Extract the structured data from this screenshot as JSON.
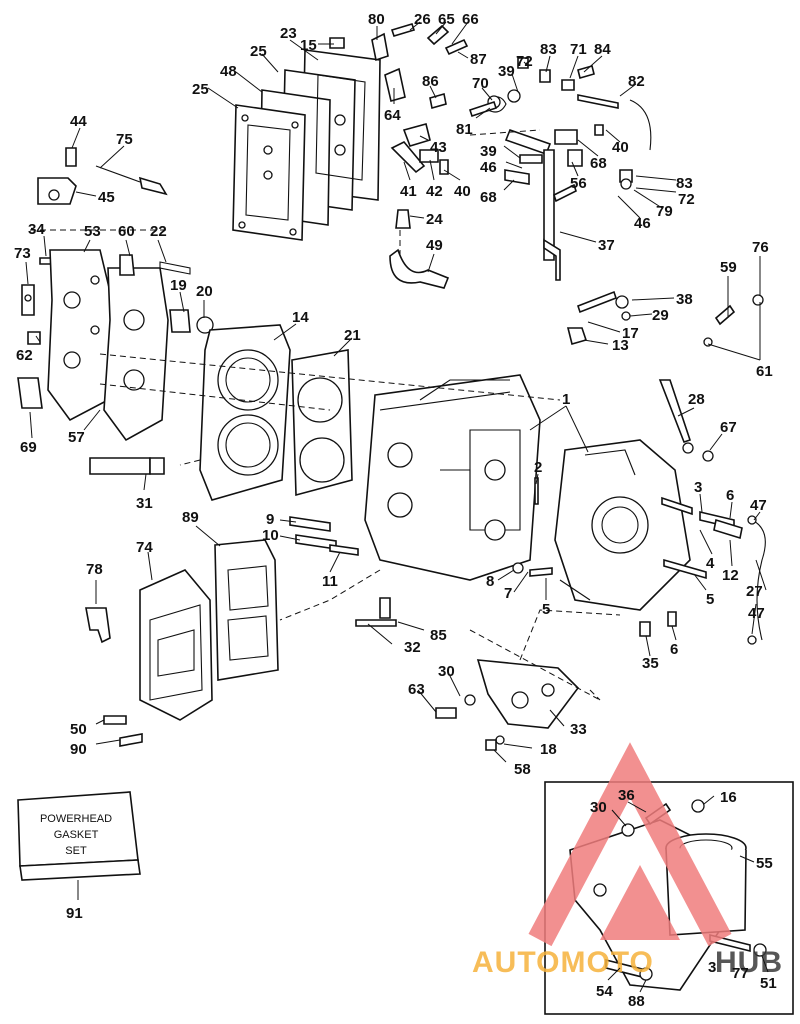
{
  "callouts": [
    {
      "id": "c80",
      "text": "80"
    },
    {
      "id": "c26",
      "text": "26"
    },
    {
      "id": "c65",
      "text": "65"
    },
    {
      "id": "c66",
      "text": "66"
    },
    {
      "id": "c23",
      "text": "23"
    },
    {
      "id": "c15",
      "text": "15"
    },
    {
      "id": "c25a",
      "text": "25"
    },
    {
      "id": "c48",
      "text": "48"
    },
    {
      "id": "c25b",
      "text": "25"
    },
    {
      "id": "c87",
      "text": "87"
    },
    {
      "id": "c83a",
      "text": "83"
    },
    {
      "id": "c71",
      "text": "71"
    },
    {
      "id": "c84",
      "text": "84"
    },
    {
      "id": "c72a",
      "text": "72"
    },
    {
      "id": "c39a",
      "text": "39"
    },
    {
      "id": "c82",
      "text": "82"
    },
    {
      "id": "c70",
      "text": "70"
    },
    {
      "id": "c86",
      "text": "86"
    },
    {
      "id": "c64",
      "text": "64"
    },
    {
      "id": "c81",
      "text": "81"
    },
    {
      "id": "c43",
      "text": "43"
    },
    {
      "id": "c40a",
      "text": "40"
    },
    {
      "id": "c39b",
      "text": "39"
    },
    {
      "id": "c68a",
      "text": "68"
    },
    {
      "id": "c46a",
      "text": "46"
    },
    {
      "id": "c56",
      "text": "56"
    },
    {
      "id": "c41",
      "text": "41"
    },
    {
      "id": "c42",
      "text": "42"
    },
    {
      "id": "c40b",
      "text": "40"
    },
    {
      "id": "c68b",
      "text": "68"
    },
    {
      "id": "c83b",
      "text": "83"
    },
    {
      "id": "c72b",
      "text": "72"
    },
    {
      "id": "c79",
      "text": "79"
    },
    {
      "id": "c46b",
      "text": "46"
    },
    {
      "id": "c44",
      "text": "44"
    },
    {
      "id": "c75",
      "text": "75"
    },
    {
      "id": "c45",
      "text": "45"
    },
    {
      "id": "c24",
      "text": "24"
    },
    {
      "id": "c37",
      "text": "37"
    },
    {
      "id": "c34",
      "text": "34"
    },
    {
      "id": "c53",
      "text": "53"
    },
    {
      "id": "c60",
      "text": "60"
    },
    {
      "id": "c22",
      "text": "22"
    },
    {
      "id": "c49",
      "text": "49"
    },
    {
      "id": "c76",
      "text": "76"
    },
    {
      "id": "c73",
      "text": "73"
    },
    {
      "id": "c59",
      "text": "59"
    },
    {
      "id": "c19",
      "text": "19"
    },
    {
      "id": "c20",
      "text": "20"
    },
    {
      "id": "c38",
      "text": "38"
    },
    {
      "id": "c14",
      "text": "14"
    },
    {
      "id": "c29",
      "text": "29"
    },
    {
      "id": "c21",
      "text": "21"
    },
    {
      "id": "c17",
      "text": "17"
    },
    {
      "id": "c62",
      "text": "62"
    },
    {
      "id": "c13",
      "text": "13"
    },
    {
      "id": "c61",
      "text": "61"
    },
    {
      "id": "c1",
      "text": "1"
    },
    {
      "id": "c28",
      "text": "28"
    },
    {
      "id": "c57",
      "text": "57"
    },
    {
      "id": "c69",
      "text": "69"
    },
    {
      "id": "c67",
      "text": "67"
    },
    {
      "id": "c2",
      "text": "2"
    },
    {
      "id": "c31",
      "text": "31"
    },
    {
      "id": "c3",
      "text": "3"
    },
    {
      "id": "c6a",
      "text": "6"
    },
    {
      "id": "c47a",
      "text": "47"
    },
    {
      "id": "c89",
      "text": "89"
    },
    {
      "id": "c9",
      "text": "9"
    },
    {
      "id": "c10",
      "text": "10"
    },
    {
      "id": "c4",
      "text": "4"
    },
    {
      "id": "c12",
      "text": "12"
    },
    {
      "id": "c74",
      "text": "74"
    },
    {
      "id": "c11",
      "text": "11"
    },
    {
      "id": "c27",
      "text": "27"
    },
    {
      "id": "c78",
      "text": "78"
    },
    {
      "id": "c8",
      "text": "8"
    },
    {
      "id": "c7",
      "text": "7"
    },
    {
      "id": "c5a",
      "text": "5"
    },
    {
      "id": "c5b",
      "text": "5"
    },
    {
      "id": "c47b",
      "text": "47"
    },
    {
      "id": "c85",
      "text": "85"
    },
    {
      "id": "c6b",
      "text": "6"
    },
    {
      "id": "c32",
      "text": "32"
    },
    {
      "id": "c35",
      "text": "35"
    },
    {
      "id": "c30a",
      "text": "30"
    },
    {
      "id": "c63",
      "text": "63"
    },
    {
      "id": "c33",
      "text": "33"
    },
    {
      "id": "c50",
      "text": "50"
    },
    {
      "id": "c90",
      "text": "90"
    },
    {
      "id": "c18",
      "text": "18"
    },
    {
      "id": "c58",
      "text": "58"
    },
    {
      "id": "c36",
      "text": "36"
    },
    {
      "id": "c16",
      "text": "16"
    },
    {
      "id": "c30b",
      "text": "30"
    },
    {
      "id": "c55",
      "text": "55"
    },
    {
      "id": "c91",
      "text": "91"
    },
    {
      "id": "c54",
      "text": "54"
    },
    {
      "id": "c88",
      "text": "88"
    },
    {
      "id": "c51",
      "text": "51"
    },
    {
      "id": "c3b",
      "text": "3"
    },
    {
      "id": "c77",
      "text": "77"
    }
  ],
  "gasket_set_box": {
    "line1": "POWERHEAD",
    "line2": "GASKET",
    "line3": "SET"
  },
  "watermark": {
    "text_left": "AUTOMOTO",
    "text_right": "HUB",
    "accent_color": "#f07d7d",
    "text_color": "#f6b23c",
    "dark_color": "#3a3a3a"
  }
}
